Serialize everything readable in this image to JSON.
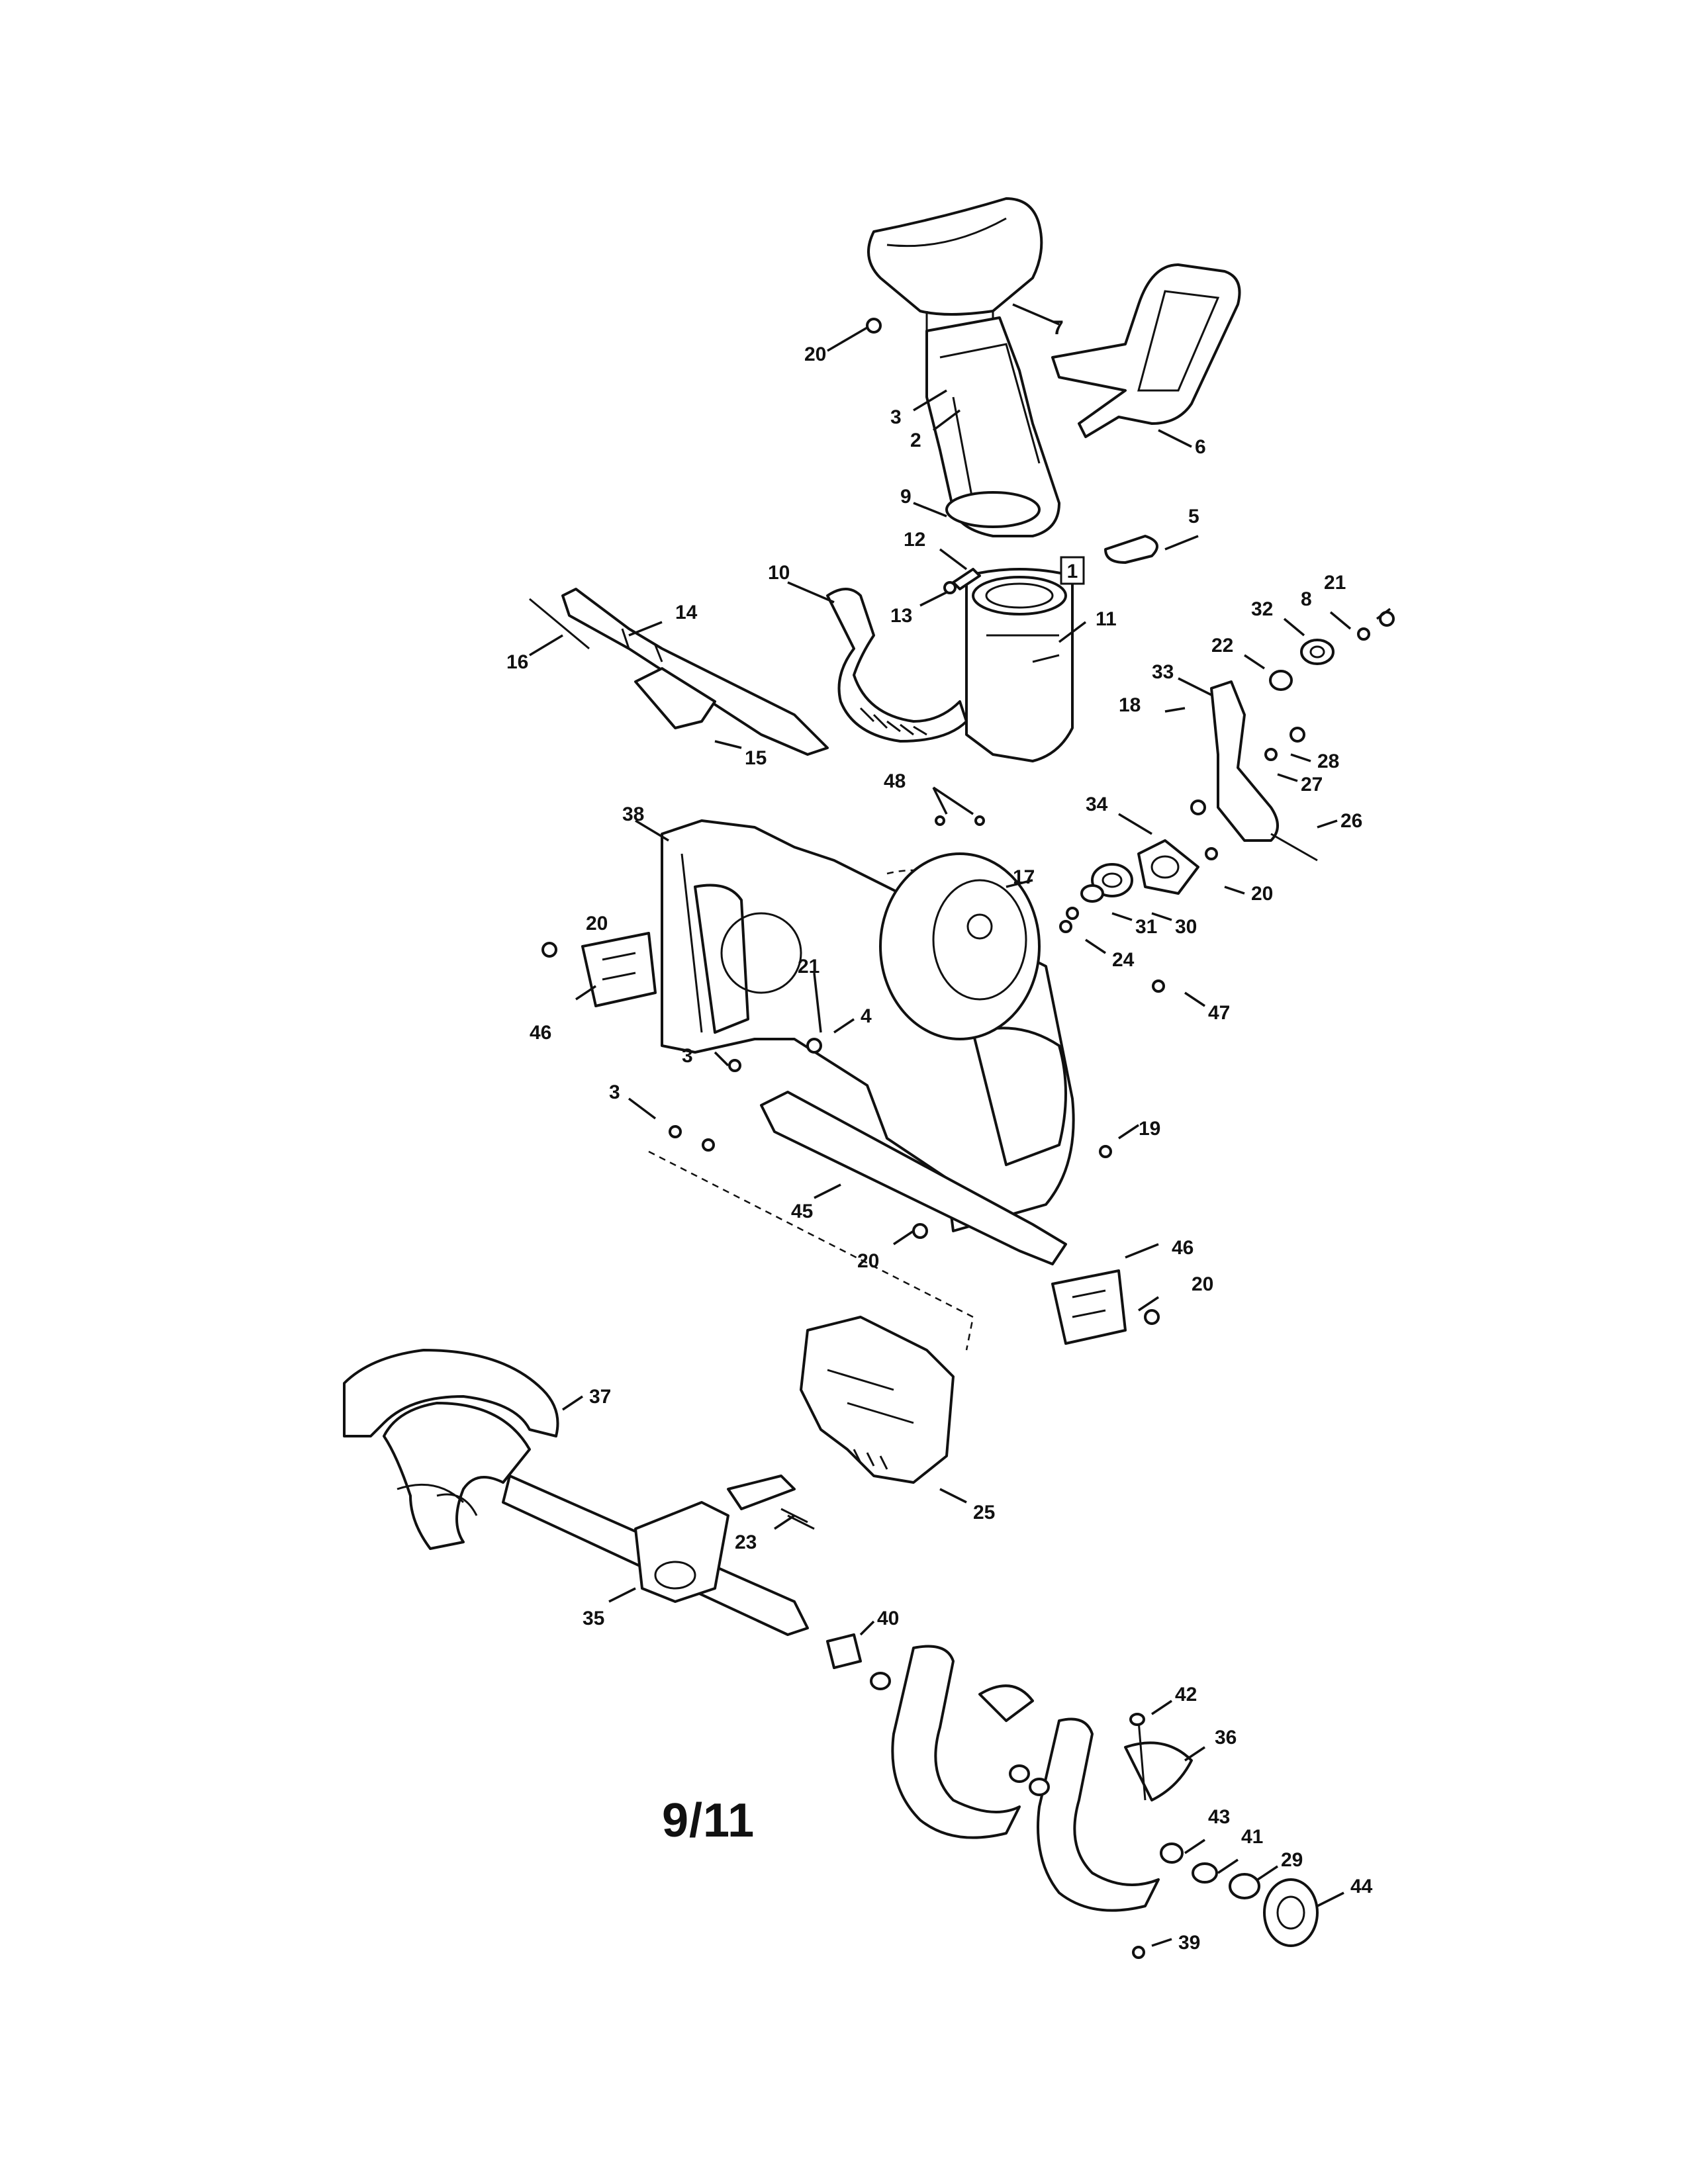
{
  "page_number": "9/11",
  "reference_box": "1",
  "callouts": {
    "c7": "7",
    "c20a": "20",
    "c3a": "3",
    "c2": "2",
    "c6": "6",
    "c9": "9",
    "c5": "5",
    "c12": "12",
    "c10": "10",
    "c13": "13",
    "c11": "11",
    "c14": "14",
    "c16": "16",
    "c15": "15",
    "c21a": "21",
    "c8": "8",
    "c32": "32",
    "c22": "22",
    "c33": "33",
    "c18": "18",
    "c28": "28",
    "c27": "27",
    "c48": "48",
    "c34": "34",
    "c26": "26",
    "c38": "38",
    "c17": "17",
    "c20b": "20",
    "c31": "31",
    "c30": "30",
    "c20c": "20",
    "c24": "24",
    "c21b": "21",
    "c4": "4",
    "c47": "47",
    "c46a": "46",
    "c3b": "3",
    "c3c": "3",
    "c19": "19",
    "c45": "45",
    "c20d": "20",
    "c46b": "46",
    "c20e": "20",
    "c37": "37",
    "c25": "25",
    "c23": "23",
    "c35": "35",
    "c40": "40",
    "c42": "42",
    "c36": "36",
    "c43": "43",
    "c41": "41",
    "c29": "29",
    "c44": "44",
    "c39": "39"
  }
}
